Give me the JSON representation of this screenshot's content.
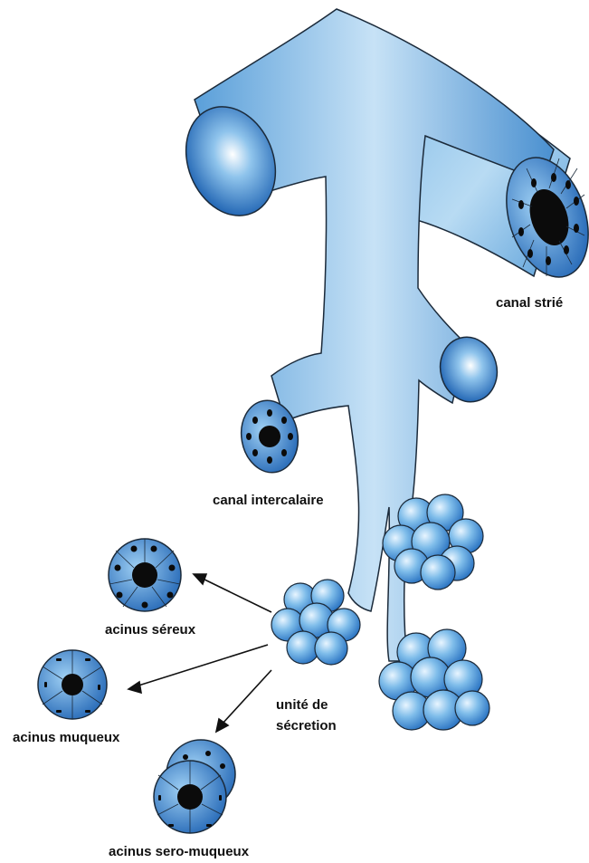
{
  "labels": {
    "canal_strie": "canal strié",
    "canal_intercalaire": "canal intercalaire",
    "acinus_sereux": "acinus séreux",
    "acinus_muqueux": "acinus muqueux",
    "unite_line1": "unité de",
    "unite_line2": "sécretion",
    "acinus_sero_muqueux": "acinus sero-muqueux"
  },
  "colors": {
    "duct_light": "#a9d3f0",
    "duct_mid": "#5fa6de",
    "duct_dark": "#1f63b3",
    "outline": "#1b2a3a",
    "lumen": "#0b0b0b"
  }
}
